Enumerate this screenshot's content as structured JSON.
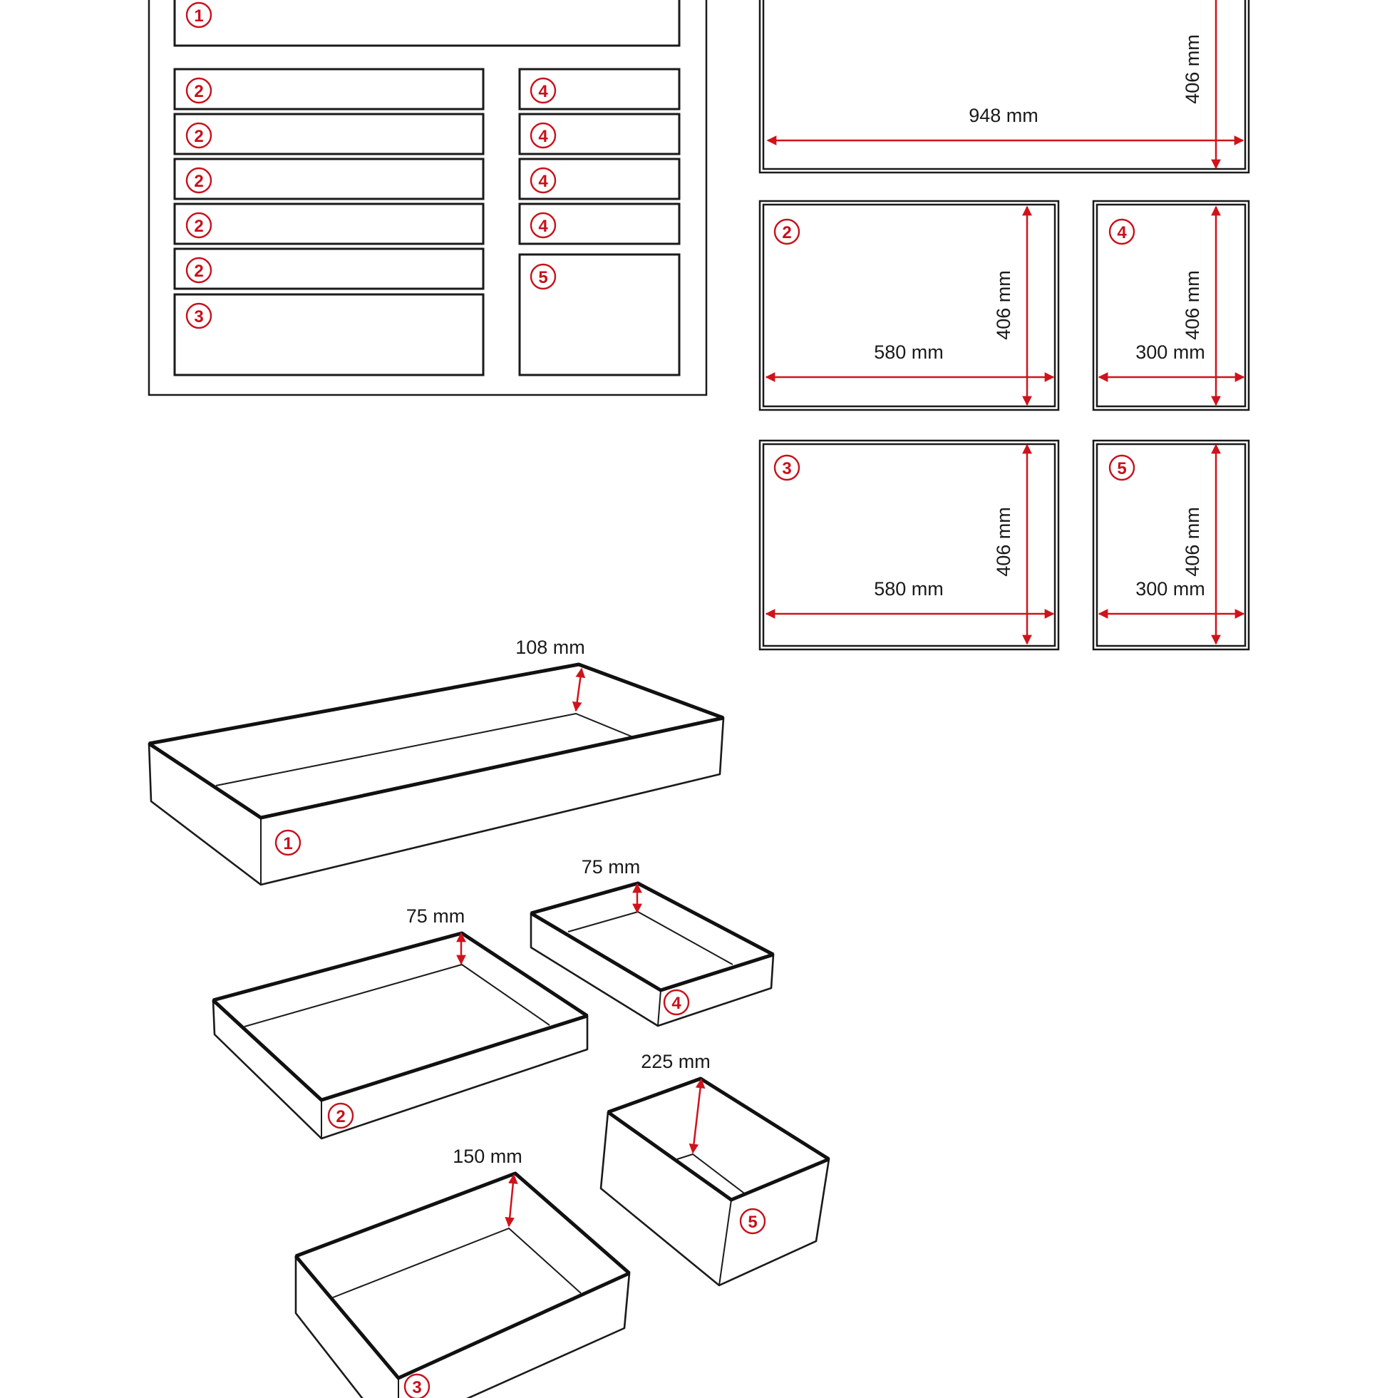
{
  "colors": {
    "accent": "#d0121b",
    "line": "#1a1a1a",
    "background": "#ffffff"
  },
  "badges": {
    "n1": "1",
    "n2": "2",
    "n3": "3",
    "n4": "4",
    "n5": "5"
  },
  "dimensions": {
    "tray1_width": "948 mm",
    "tray1_depth": "406 mm",
    "tray2_width": "580 mm",
    "tray2_depth": "406 mm",
    "tray3_width": "580 mm",
    "tray3_depth": "406 mm",
    "tray4_width": "300 mm",
    "tray4_depth": "406 mm",
    "tray5_width": "300 mm",
    "tray5_depth": "406 mm",
    "tray1_height": "108 mm",
    "tray2_height": "75 mm",
    "tray3_height": "150 mm",
    "tray4_height": "75 mm",
    "tray5_height": "225 mm"
  }
}
